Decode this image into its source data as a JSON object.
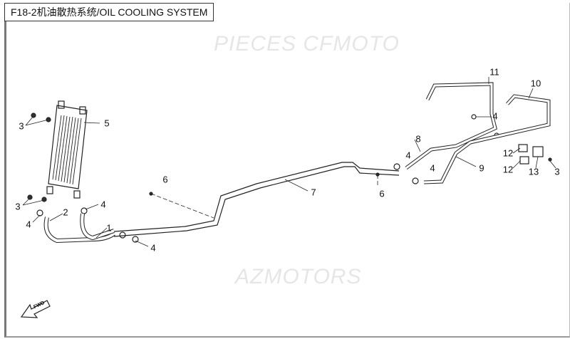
{
  "title": "F18-2机油散热系统/OIL COOLING SYSTEM",
  "watermarks": [
    "PIECES CFMOTO",
    "AZMOTORS"
  ],
  "fwd_label": "FWD",
  "callouts": [
    "3",
    "5",
    "3",
    "4",
    "2",
    "4",
    "1",
    "4",
    "6",
    "7",
    "6",
    "4",
    "8",
    "4",
    "9",
    "11",
    "4",
    "10",
    "12",
    "12",
    "13",
    "3"
  ]
}
